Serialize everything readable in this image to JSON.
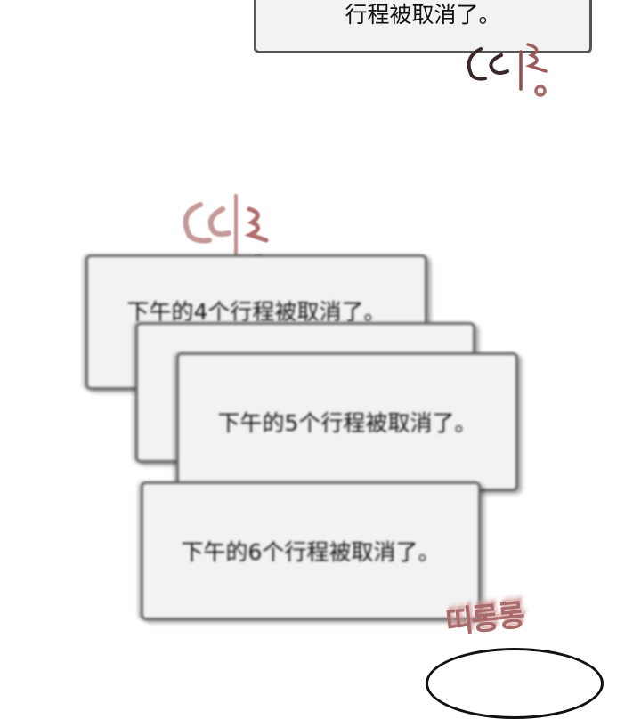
{
  "panels": [
    {
      "text": "行程被取消了。"
    },
    {
      "text": "下午的4个行程被取消了。"
    },
    {
      "text": ""
    },
    {
      "text": "下午的5个行程被取消了。"
    },
    {
      "text": "下午的6个行程被取消了。"
    }
  ],
  "sfx": [
    "띠롱",
    "띠롱",
    "띠롱롱"
  ],
  "colors": {
    "box_fill": "#f2f2f2",
    "box_border": "#555555",
    "sfx": "#a86a6a"
  }
}
